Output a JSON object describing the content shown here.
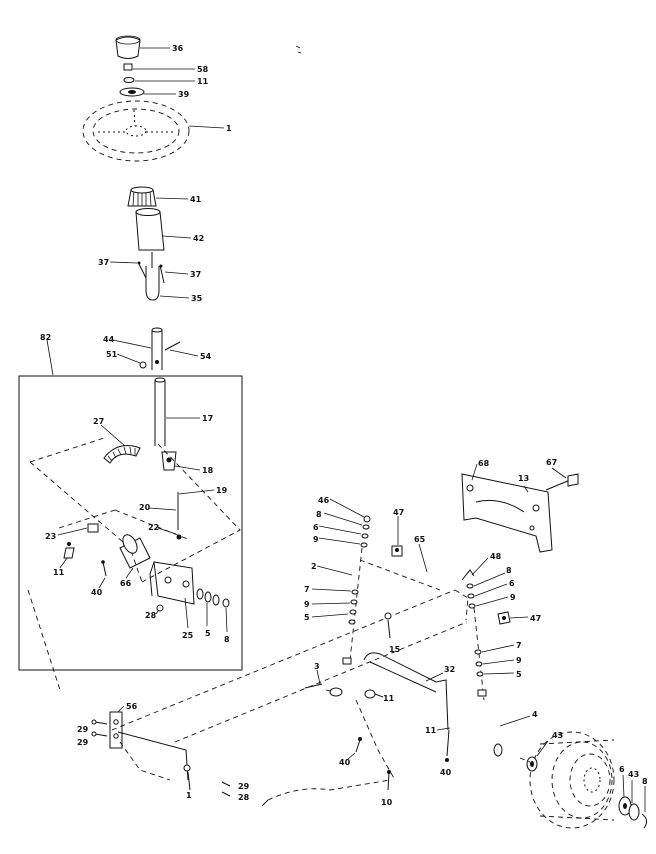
{
  "diagram": {
    "callouts": {
      "c36": "36",
      "c58": "58",
      "c11a": "11",
      "c39": "39",
      "c1": "1",
      "c41": "41",
      "c42": "42",
      "c37a": "37",
      "c37b": "37",
      "c35": "35",
      "c82": "82",
      "c44": "44",
      "c51": "51",
      "c54": "54",
      "c17": "17",
      "c27": "27",
      "c18": "18",
      "c19": "19",
      "c20": "20",
      "c22": "22",
      "c23": "23",
      "c11b": "11",
      "c40a": "40",
      "c66": "66",
      "c28a": "28",
      "c25": "25",
      "c5a": "5",
      "c8a": "8",
      "c68": "68",
      "c13": "13",
      "c67": "67",
      "c46": "46",
      "c47a": "47",
      "c8b": "8",
      "c6a": "6",
      "c9a": "9",
      "c65": "65",
      "c2": "2",
      "c7a": "7",
      "c9b": "9",
      "c5b": "5",
      "c15": "15",
      "c48": "48",
      "c8c": "8",
      "c6b": "6",
      "c9c": "9",
      "c47b": "47",
      "c7b": "7",
      "c9d": "9",
      "c5c": "5",
      "c3": "3",
      "c32": "32",
      "c11c": "11",
      "c4": "4",
      "c11d": "11",
      "c56": "56",
      "c29a": "29",
      "c29b": "29",
      "c40b": "40",
      "c40c": "40",
      "c43a": "43",
      "c6c": "6",
      "c43b": "43",
      "c8d": "8",
      "c29c": "29",
      "c28b": "28",
      "c10": "10",
      "c1b": "1"
    }
  }
}
